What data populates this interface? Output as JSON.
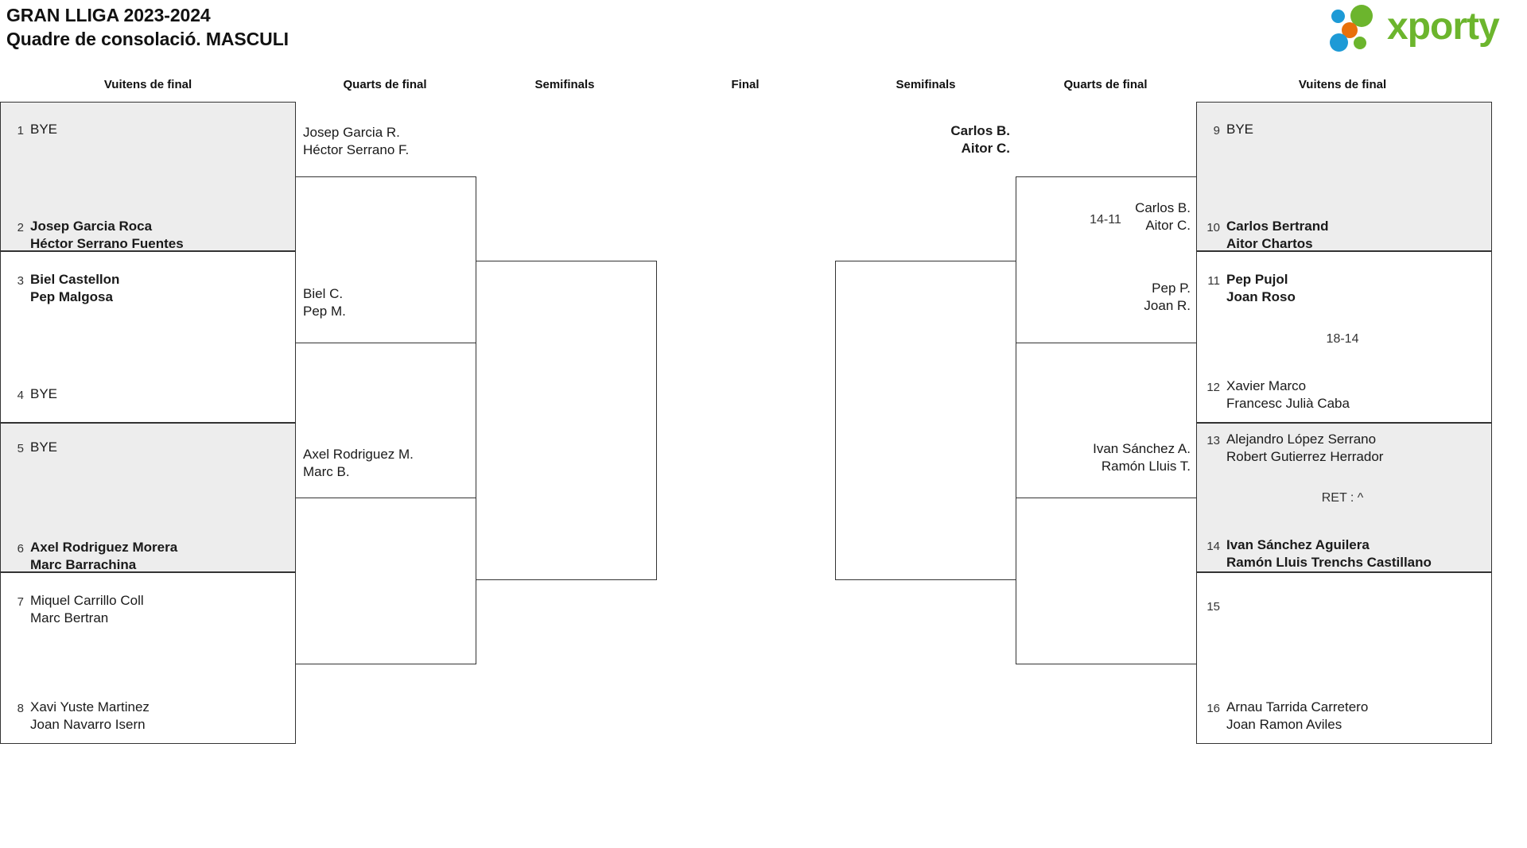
{
  "header": {
    "title_line1": "GRAN LLIGA 2023-2024",
    "title_line2": "Quadre de consolació. MASCULI"
  },
  "brand": {
    "name": "xporty",
    "colors": {
      "green": "#6cb52d",
      "blue": "#1d9ad6",
      "orange": "#e8700a"
    }
  },
  "columns": {
    "left_r16": "Vuitens de final",
    "left_qf": "Quarts de final",
    "left_sf": "Semifinals",
    "final": "Final",
    "right_sf": "Semifinals",
    "right_qf": "Quarts de final",
    "right_r16": "Vuitens de final"
  },
  "left_round16": [
    {
      "seed": "1",
      "line1": "BYE",
      "line2": "",
      "bold": false,
      "shaded": true,
      "bye": true
    },
    {
      "seed": "2",
      "line1": "Josep Garcia Roca",
      "line2": "Héctor Serrano Fuentes",
      "bold": true,
      "shaded": true,
      "bye": false
    },
    {
      "seed": "3",
      "line1": "Biel Castellon",
      "line2": "Pep Malgosa",
      "bold": true,
      "shaded": false,
      "bye": false
    },
    {
      "seed": "4",
      "line1": "BYE",
      "line2": "",
      "bold": false,
      "shaded": false,
      "bye": true
    },
    {
      "seed": "5",
      "line1": "BYE",
      "line2": "",
      "bold": false,
      "shaded": true,
      "bye": true
    },
    {
      "seed": "6",
      "line1": "Axel Rodriguez Morera",
      "line2": "Marc Barrachina",
      "bold": true,
      "shaded": true,
      "bye": false
    },
    {
      "seed": "7",
      "line1": "Miquel Carrillo Coll",
      "line2": "Marc Bertran",
      "bold": false,
      "shaded": false,
      "bye": false
    },
    {
      "seed": "8",
      "line1": "Xavi Yuste Martinez",
      "line2": "Joan Navarro Isern",
      "bold": false,
      "shaded": false,
      "bye": false
    }
  ],
  "right_round16": [
    {
      "seed": "9",
      "line1": "BYE",
      "line2": "",
      "bold": false,
      "shaded": true,
      "bye": true
    },
    {
      "seed": "10",
      "line1": "Carlos Bertrand",
      "line2": "Aitor Chartos",
      "bold": true,
      "shaded": true,
      "bye": false
    },
    {
      "seed": "11",
      "line1": "Pep Pujol",
      "line2": "Joan Roso",
      "bold": true,
      "shaded": false,
      "bye": false
    },
    {
      "seed": "12",
      "line1": "Xavier Marco",
      "line2": "Francesc Julià Caba",
      "bold": false,
      "shaded": false,
      "bye": false
    },
    {
      "seed": "13",
      "line1": "Alejandro López Serrano",
      "line2": "Robert Gutierrez Herrador",
      "bold": false,
      "shaded": true,
      "bye": false
    },
    {
      "seed": "14",
      "line1": "Ivan Sánchez Aguilera",
      "line2": "Ramón Lluis Trenchs Castillano",
      "bold": true,
      "shaded": true,
      "bye": false
    },
    {
      "seed": "15",
      "line1": "",
      "line2": "",
      "bold": false,
      "shaded": false,
      "bye": false
    },
    {
      "seed": "16",
      "line1": "Arnau Tarrida Carretero",
      "line2": "Joan Ramon Aviles",
      "bold": false,
      "shaded": false,
      "bye": false
    }
  ],
  "left_quarters": [
    {
      "line1": "Josep Garcia R.",
      "line2": "Héctor Serrano F.",
      "bold": false
    },
    {
      "line1": "Biel C.",
      "line2": "Pep M.",
      "bold": false
    },
    {
      "line1": "Axel Rodriguez M.",
      "line2": "Marc B.",
      "bold": false
    }
  ],
  "right_quarters": [
    {
      "line1": "Carlos B.",
      "line2": "Aitor C.",
      "bold": false
    },
    {
      "line1": "Pep P.",
      "line2": "Joan R.",
      "bold": false
    },
    {
      "line1": "Ivan Sánchez A.",
      "line2": "Ramón Lluis T.",
      "bold": false
    }
  ],
  "right_semifinals": [
    {
      "line1": "Carlos B.",
      "line2": "Aitor C.",
      "bold": true
    }
  ],
  "scores": {
    "right_r16_top": "18-14",
    "right_r16_bottom": "RET : ^",
    "right_qf_top": "14-11"
  }
}
